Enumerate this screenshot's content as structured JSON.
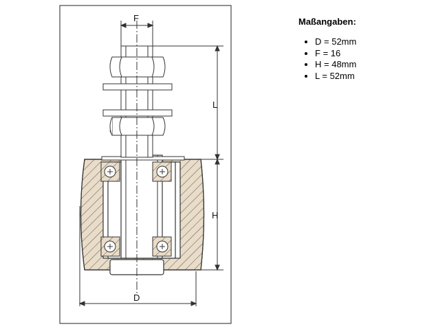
{
  "drawing": {
    "labels": {
      "F": "F",
      "L": "L",
      "H": "H",
      "D": "D"
    }
  },
  "specs": {
    "title": "Maßangaben:",
    "items": [
      {
        "label": "D",
        "value": "52mm"
      },
      {
        "label": "F",
        "value": "16"
      },
      {
        "label": "H",
        "value": "48mm"
      },
      {
        "label": "L",
        "value": "52mm"
      }
    ]
  },
  "colors": {
    "line": "#333333",
    "roller_fill": "#e9dcc8",
    "hatch": "#555555"
  }
}
